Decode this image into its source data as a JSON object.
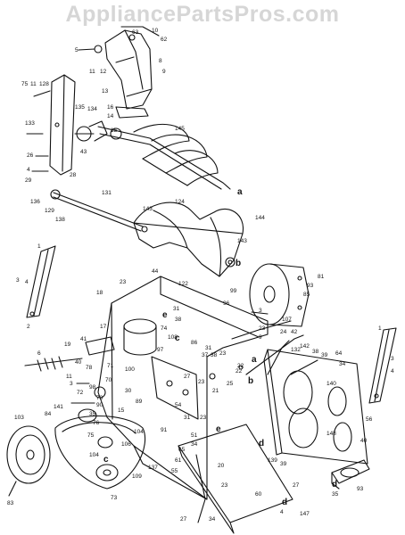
{
  "watermark": "AppliancePartsPros.com",
  "callouts": [
    "10",
    "63",
    "62",
    "5",
    "11",
    "12",
    "8",
    "9",
    "13",
    "16",
    "14",
    "15",
    "145",
    "75",
    "11",
    "128",
    "134",
    "135",
    "133",
    "26",
    "43",
    "4",
    "29",
    "28",
    "136",
    "131",
    "129",
    "138",
    "143",
    "124",
    "144",
    "1",
    "143",
    "3",
    "4",
    "2",
    "122",
    "81",
    "93",
    "85",
    "18",
    "23",
    "44",
    "99",
    "96",
    "3",
    "107",
    "31",
    "38",
    "74",
    "108",
    "86",
    "23",
    "9",
    "17",
    "19",
    "41",
    "6",
    "40",
    "78",
    "11",
    "3",
    "97",
    "71",
    "100",
    "37",
    "38",
    "23",
    "22",
    "31",
    "24",
    "42",
    "142",
    "132",
    "38",
    "39",
    "64",
    "34",
    "1",
    "3",
    "4",
    "73",
    "72",
    "98",
    "70",
    "90",
    "30",
    "15",
    "89",
    "54",
    "27",
    "25",
    "23",
    "21",
    "84",
    "141",
    "75",
    "35",
    "76",
    "104",
    "106",
    "91",
    "31",
    "51",
    "23",
    "34",
    "148",
    "140",
    "56",
    "103",
    "104",
    "65",
    "61",
    "83",
    "137",
    "109",
    "55",
    "20",
    "60",
    "23",
    "139",
    "39",
    "40",
    "35",
    "93",
    "27",
    "147",
    "4",
    "34",
    "73",
    "27",
    "22"
  ],
  "ref_letters": [
    "a",
    "b",
    "e",
    "c",
    "a",
    "b",
    "d",
    "d",
    "d",
    "c",
    "e"
  ]
}
